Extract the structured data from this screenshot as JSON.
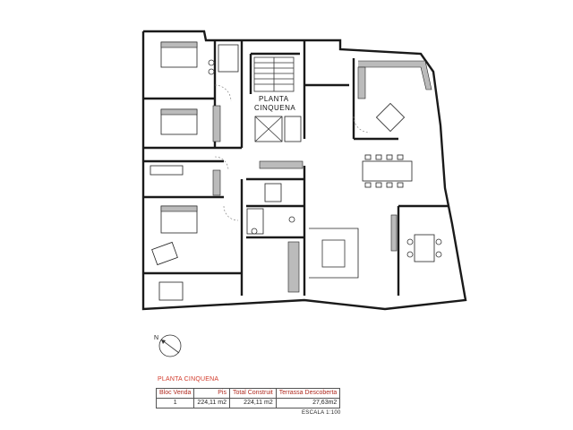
{
  "plan": {
    "floor_label_line1": "PLANTA",
    "floor_label_line2": "CINQUENA"
  },
  "north": {
    "label": "N"
  },
  "sheet": {
    "title": "PLANTA CINQUENA",
    "table": {
      "headers": [
        "Bloc Venda",
        "Pis",
        "Total Construit",
        "Terrassa Descoberta"
      ],
      "rows": [
        [
          "1",
          "224,11 m2",
          "224,11 m2",
          "27,63m2"
        ]
      ]
    },
    "scale": "ESCALA 1:100"
  }
}
